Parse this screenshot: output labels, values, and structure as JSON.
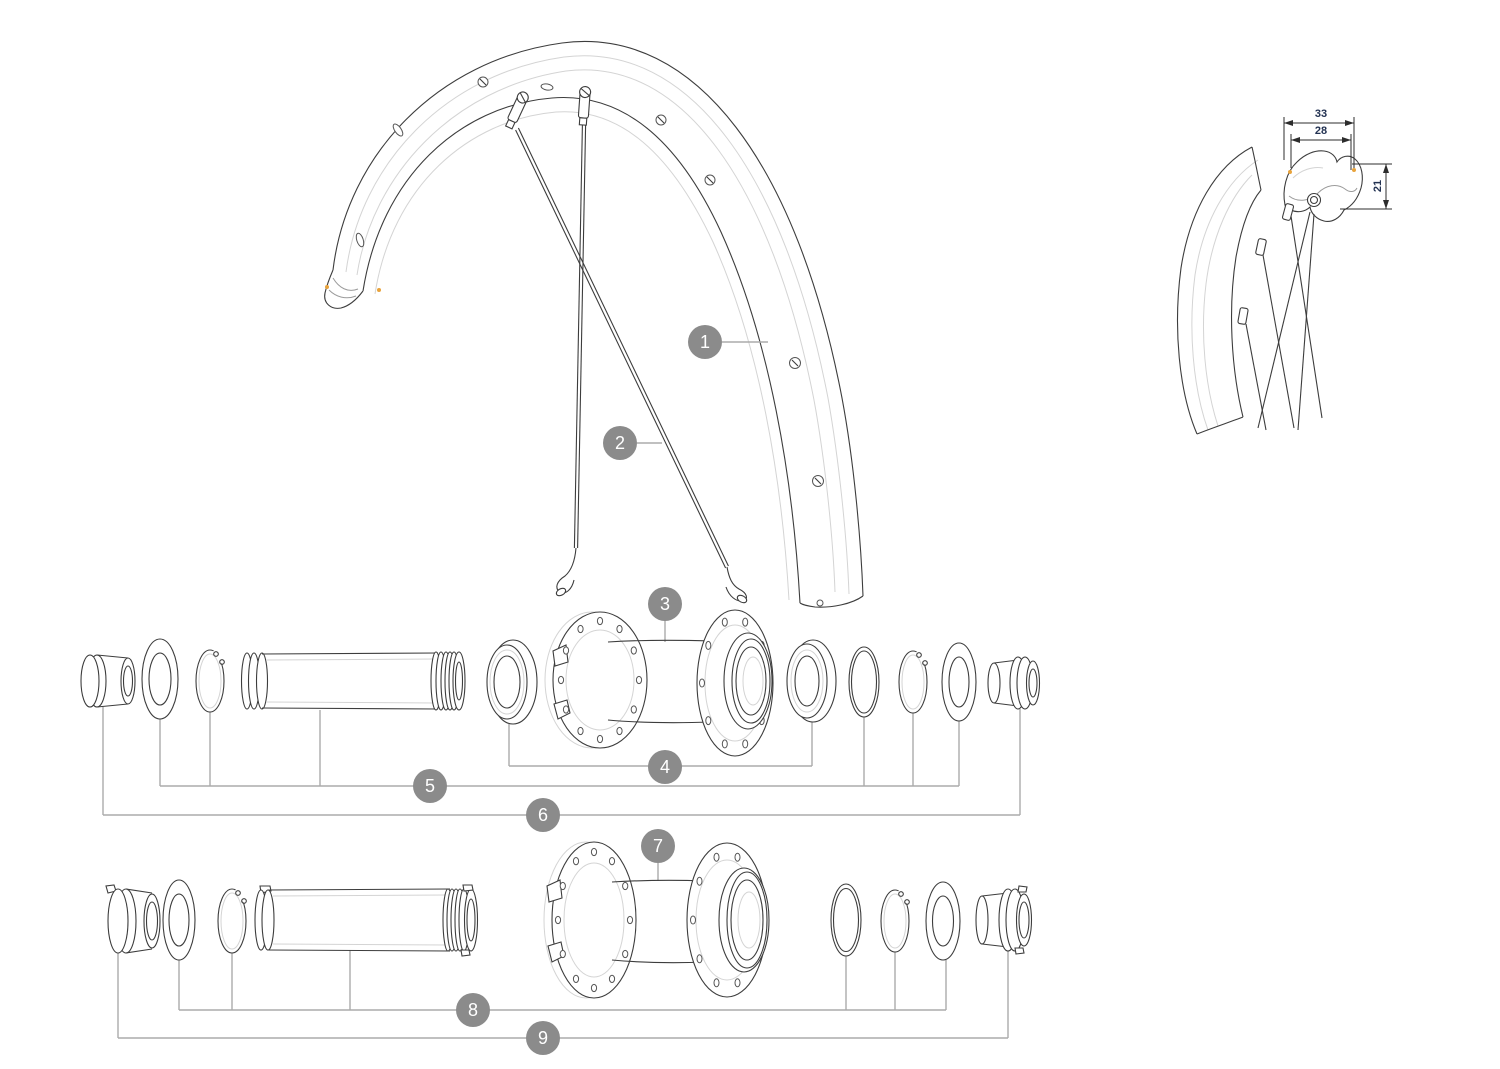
{
  "page": {
    "background": "#ffffff"
  },
  "callouts": [
    {
      "id": 1,
      "label": "1"
    },
    {
      "id": 2,
      "label": "2"
    },
    {
      "id": 3,
      "label": "3"
    },
    {
      "id": 4,
      "label": "4"
    },
    {
      "id": 5,
      "label": "5"
    },
    {
      "id": 6,
      "label": "6"
    },
    {
      "id": 7,
      "label": "7"
    },
    {
      "id": 8,
      "label": "8"
    },
    {
      "id": 9,
      "label": "9"
    }
  ],
  "detail_dimensions": {
    "overall_width": "33",
    "inner_width": "28",
    "depth": "21"
  },
  "colors": {
    "callout_bg": "#8b8b8b",
    "callout_text": "#ffffff",
    "line_dark": "#3d3d3d",
    "line_light": "#d4d4d4",
    "leader_line": "#ababab",
    "dimension_text": "#233252",
    "accent_orange": "#e8a33c"
  }
}
